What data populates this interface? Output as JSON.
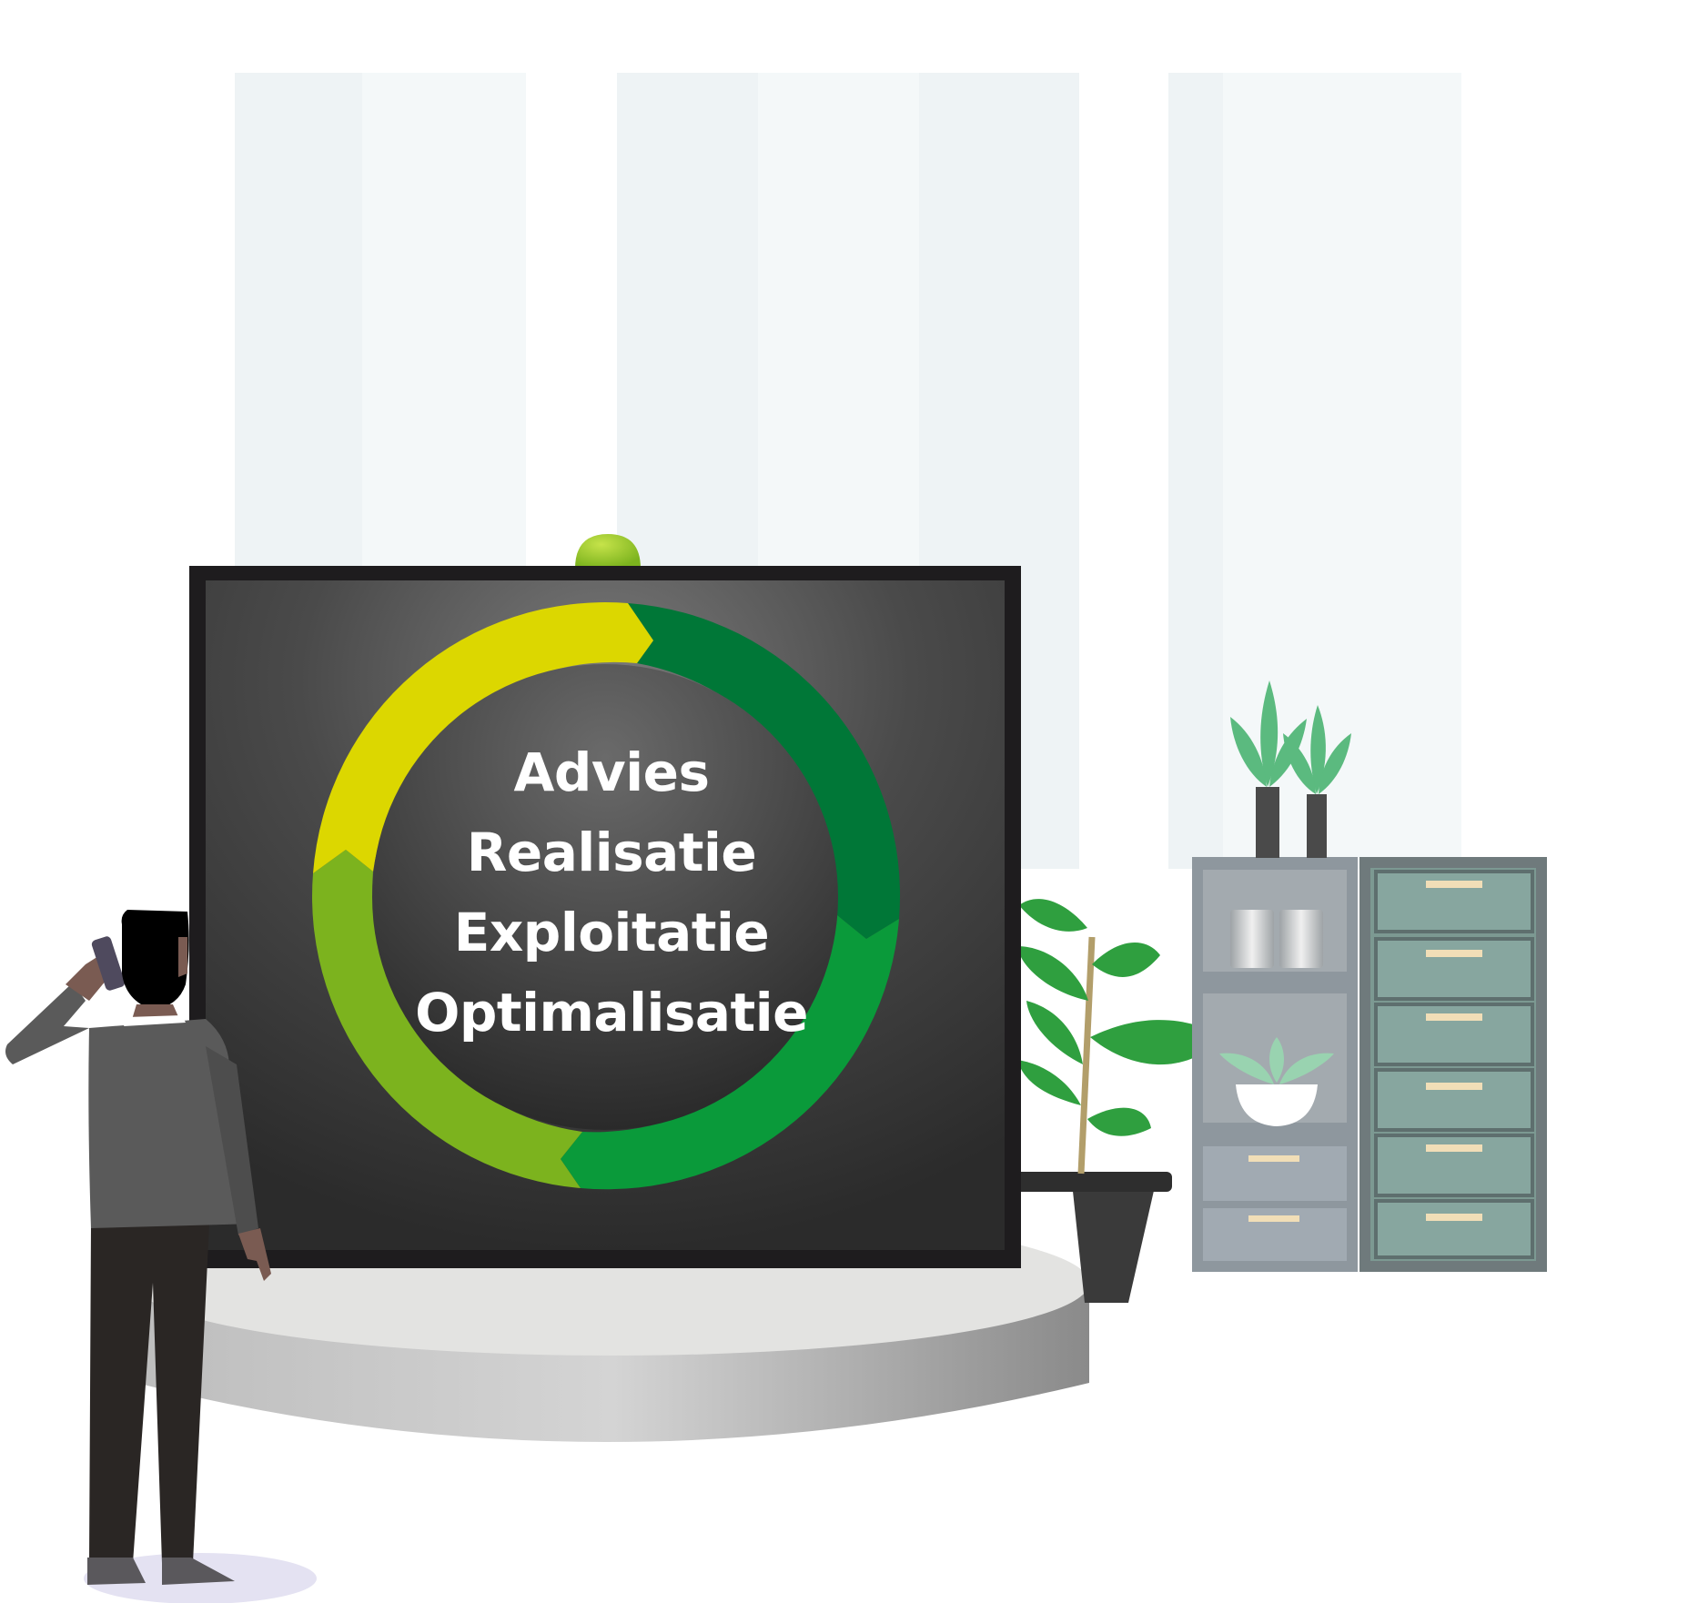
{
  "illustration": {
    "screen": {
      "cycle_steps": [
        "Advies",
        "Realisatie",
        "Exploitatie",
        "Optimalisatie"
      ]
    },
    "colors": {
      "ring_yellow": "#dcd700",
      "ring_light_green": "#7cb31e",
      "ring_mid_green": "#0a9a3a",
      "ring_dark_green": "#007737",
      "screen_dark": "#2e2e2e",
      "screen_frame": "#1e1c1e",
      "cabinet_gray": "#8e979e",
      "cabinet_teal": "#7c9992",
      "plant_green": "#2f9f3f"
    }
  }
}
